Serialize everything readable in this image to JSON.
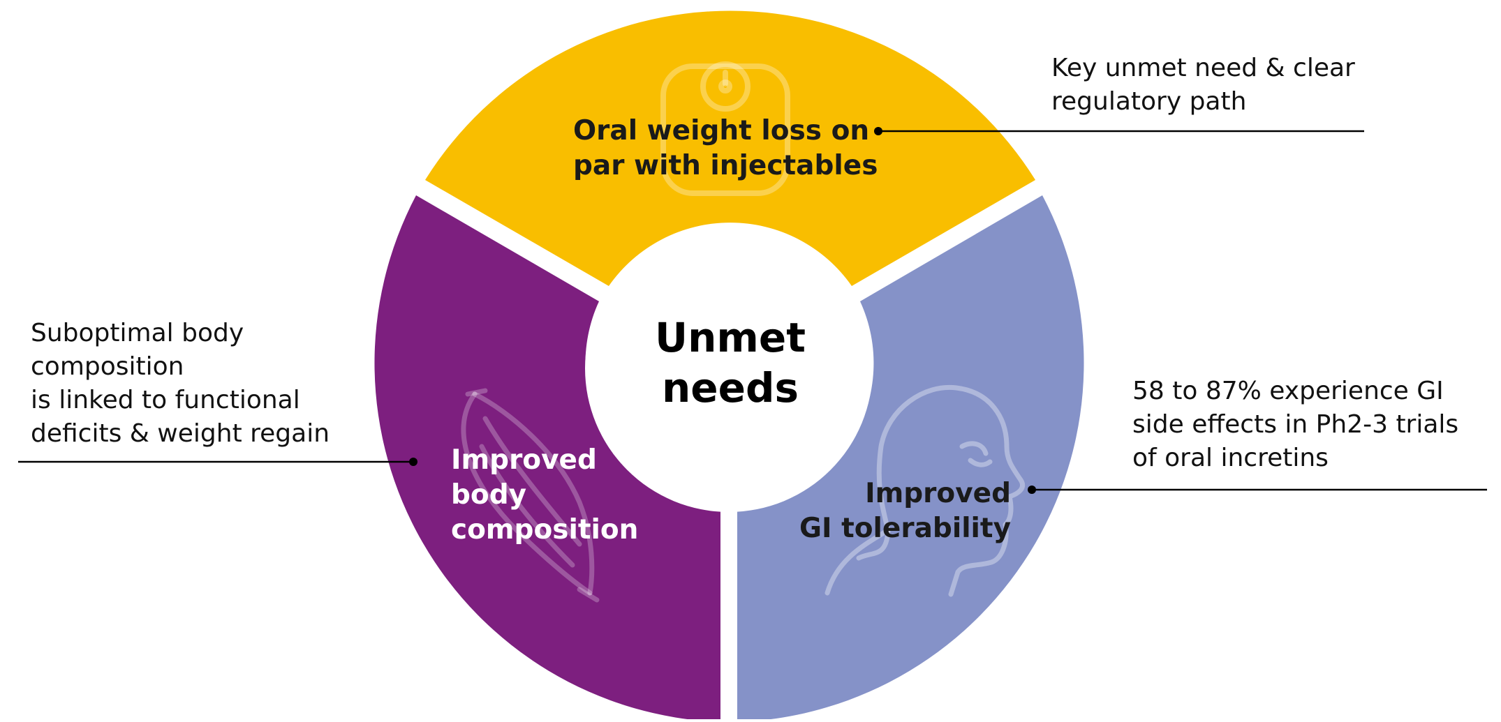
{
  "diagram": {
    "center": {
      "lines": [
        "Unmet",
        "needs"
      ]
    },
    "segments": [
      {
        "id": "weight-loss",
        "lines": [
          "Oral weight loss on",
          "par with injectables"
        ],
        "color": "#F9BE00",
        "text_color": "#1a1a1a",
        "icon": "weighing-scale-icon"
      },
      {
        "id": "gi-tolerability",
        "lines": [
          "Improved",
          "GI tolerability"
        ],
        "color": "#8592C8",
        "text_color": "#1a1a1a",
        "icon": "head-profile-icon"
      },
      {
        "id": "body-composition",
        "lines": [
          "Improved",
          "body",
          "composition"
        ],
        "color": "#7D1F7F",
        "text_color": "#ffffff",
        "icon": "muscle-icon"
      }
    ],
    "callouts": [
      {
        "id": "weight-loss",
        "lines": [
          "Key unmet need & clear",
          "regulatory path"
        ]
      },
      {
        "id": "gi-tolerability",
        "lines": [
          "58 to 87% experience GI",
          "side effects in Ph2-3 trials",
          "of oral incretins"
        ]
      },
      {
        "id": "body-composition",
        "lines": [
          "Suboptimal body",
          "composition",
          "is linked to functional",
          "deficits & weight regain"
        ]
      }
    ],
    "line_color": "#000000"
  }
}
